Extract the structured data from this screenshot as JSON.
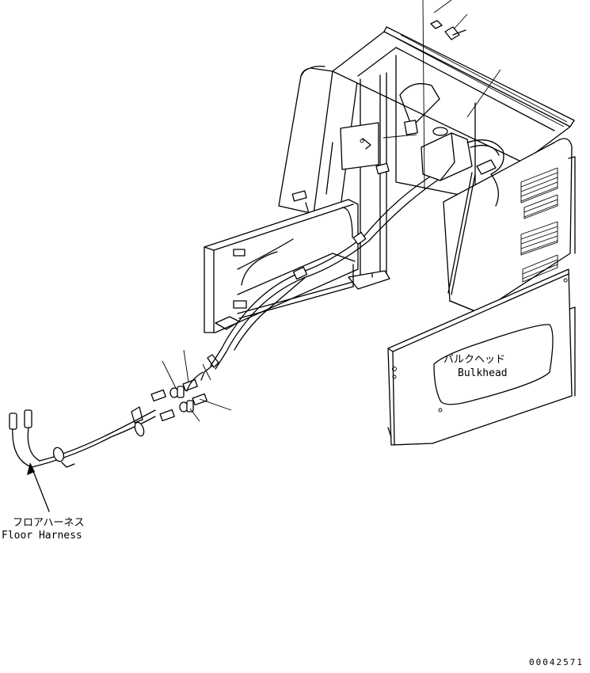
{
  "labels": {
    "bulkhead_jp": "バルクヘッド",
    "bulkhead_en": "Bulkhead",
    "floor_harness_jp": "フロアハーネス",
    "floor_harness_en": "Floor Harness"
  },
  "drawing_number": "00042571"
}
